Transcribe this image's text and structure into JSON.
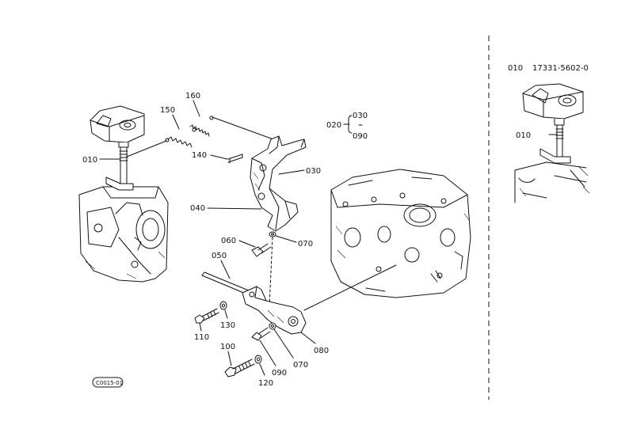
{
  "inset": {
    "ref": "010",
    "part_number": "17331-5602-0",
    "callout": "010"
  },
  "main": {
    "callouts": {
      "p010": "010",
      "p020": "020",
      "p030_bracket": "030",
      "p090_bracket": "090",
      "p030": "030",
      "p040": "040",
      "p050": "050",
      "p060": "060",
      "p070_top": "070",
      "p070_bottom": "070",
      "p080": "080",
      "p090": "090",
      "p100": "100",
      "p110": "110",
      "p120": "120",
      "p130": "130",
      "p140": "140",
      "p150": "150",
      "p160": "160"
    },
    "figure_code": "C0015-01"
  }
}
